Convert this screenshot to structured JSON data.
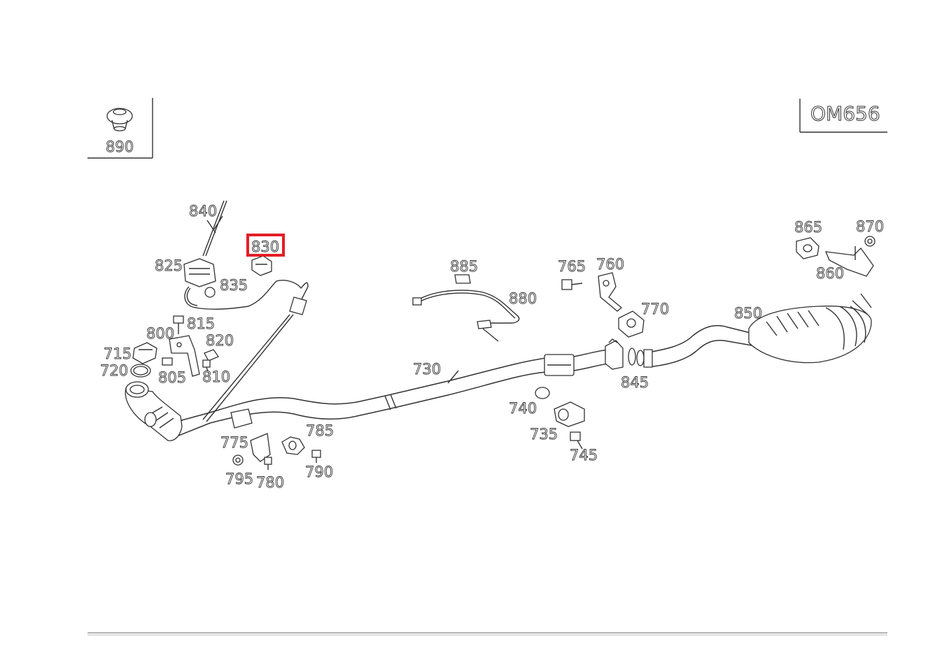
{
  "engine_code": "OM656",
  "inset": {
    "label": "890"
  },
  "highlight": {
    "color": "#e41e26",
    "part": "830"
  },
  "part_labels": {
    "p840": "840",
    "p830": "830",
    "p825": "825",
    "p835": "835",
    "p885": "885",
    "p880": "880",
    "p765": "765",
    "p760": "760",
    "p770": "770",
    "p865": "865",
    "p870": "870",
    "p860": "860",
    "p850": "850",
    "p815": "815",
    "p800": "800",
    "p820": "820",
    "p715": "715",
    "p720": "720",
    "p805": "805",
    "p810": "810",
    "p730": "730",
    "p845": "845",
    "p740": "740",
    "p735": "735",
    "p745": "745",
    "p775": "775",
    "p785": "785",
    "p795": "795",
    "p780": "780",
    "p790": "790"
  }
}
